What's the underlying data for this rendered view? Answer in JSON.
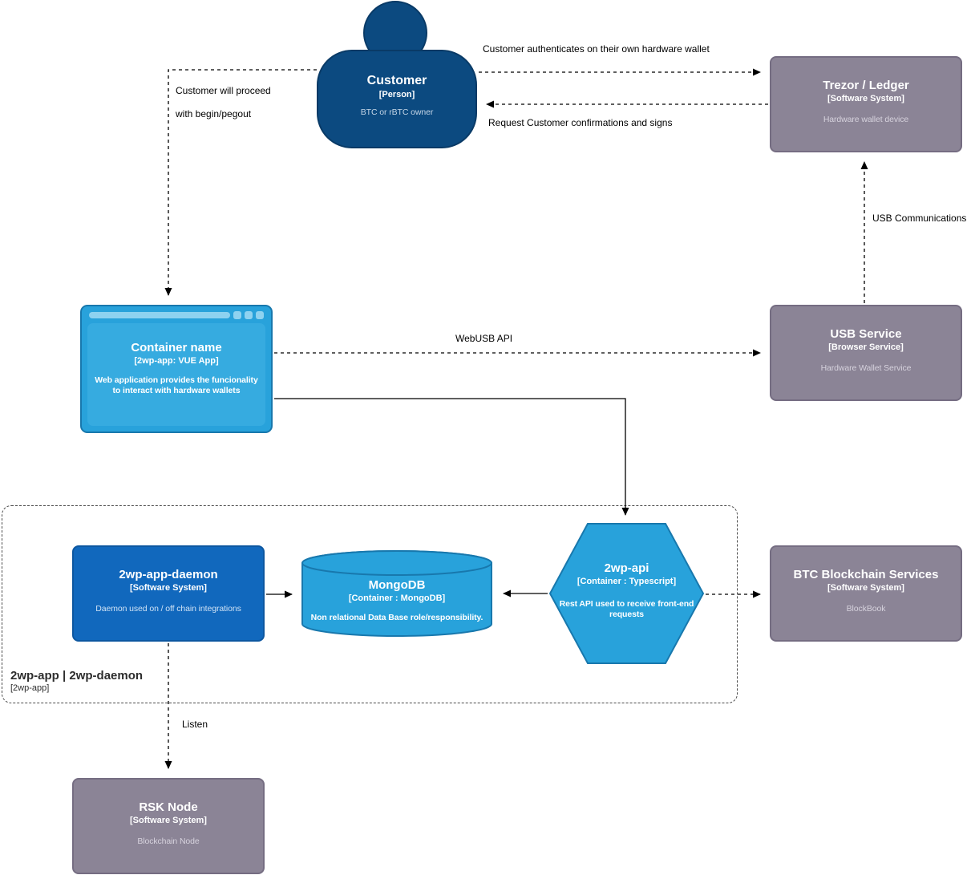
{
  "nodes": {
    "customer": {
      "title": "Customer",
      "subtitle": "[Person]",
      "desc": "BTC or rBTC owner"
    },
    "trezor": {
      "title": "Trezor / Ledger",
      "subtitle": "[Software System]",
      "desc": "Hardware wallet device"
    },
    "webapp": {
      "title": "Container name",
      "subtitle": "[2wp-app: VUE App]",
      "desc": "Web application provides the funcionality to interact with hardware wallets"
    },
    "usb_service": {
      "title": "USB Service",
      "subtitle": "[Browser Service]",
      "desc": "Hardware Wallet Service"
    },
    "daemon": {
      "title": "2wp-app-daemon",
      "subtitle": "[Software System]",
      "desc": "Daemon used on / off chain integrations"
    },
    "mongodb": {
      "title": "MongoDB",
      "subtitle": "[Container : MongoDB]",
      "desc": "Non relational Data Base role/responsibility."
    },
    "api": {
      "title": "2wp-api",
      "subtitle": "[Container : Typescript]",
      "desc": "Rest API used to receive front-end requests"
    },
    "btc": {
      "title": "BTC Blockchain Services",
      "subtitle": "[Software System]",
      "desc": "BlockBook"
    },
    "rsk": {
      "title": "RSK Node",
      "subtitle": "[Software System]",
      "desc": "Blockchain Node"
    }
  },
  "boundary": {
    "title": "2wp-app | 2wp-daemon",
    "subtitle": "[2wp-app]"
  },
  "edges": {
    "auth": "Customer authenticates on their own hardware wallet",
    "confirm": "Request Customer confirmations and signs",
    "proceed_line1": "Customer will proceed",
    "proceed_line2": "with begin/pegout",
    "webusb": "WebUSB API",
    "usb_comm": "USB Communications",
    "listen": "Listen"
  },
  "colors": {
    "person-fill": "#0c4a80",
    "person-stroke": "#093a66",
    "ext-fill": "#8b8496",
    "ext-stroke": "#756d82",
    "ext-desc": "#d6d2dd",
    "container-fill": "#1168bd",
    "container-stroke": "#0d57a0",
    "container-desc": "#cfe2f5",
    "light-fill": "#28a2db",
    "light-stroke": "#1878ad",
    "light-inner": "#36abe0",
    "light-accent": "#8ed2f0",
    "edge": "#000000"
  }
}
